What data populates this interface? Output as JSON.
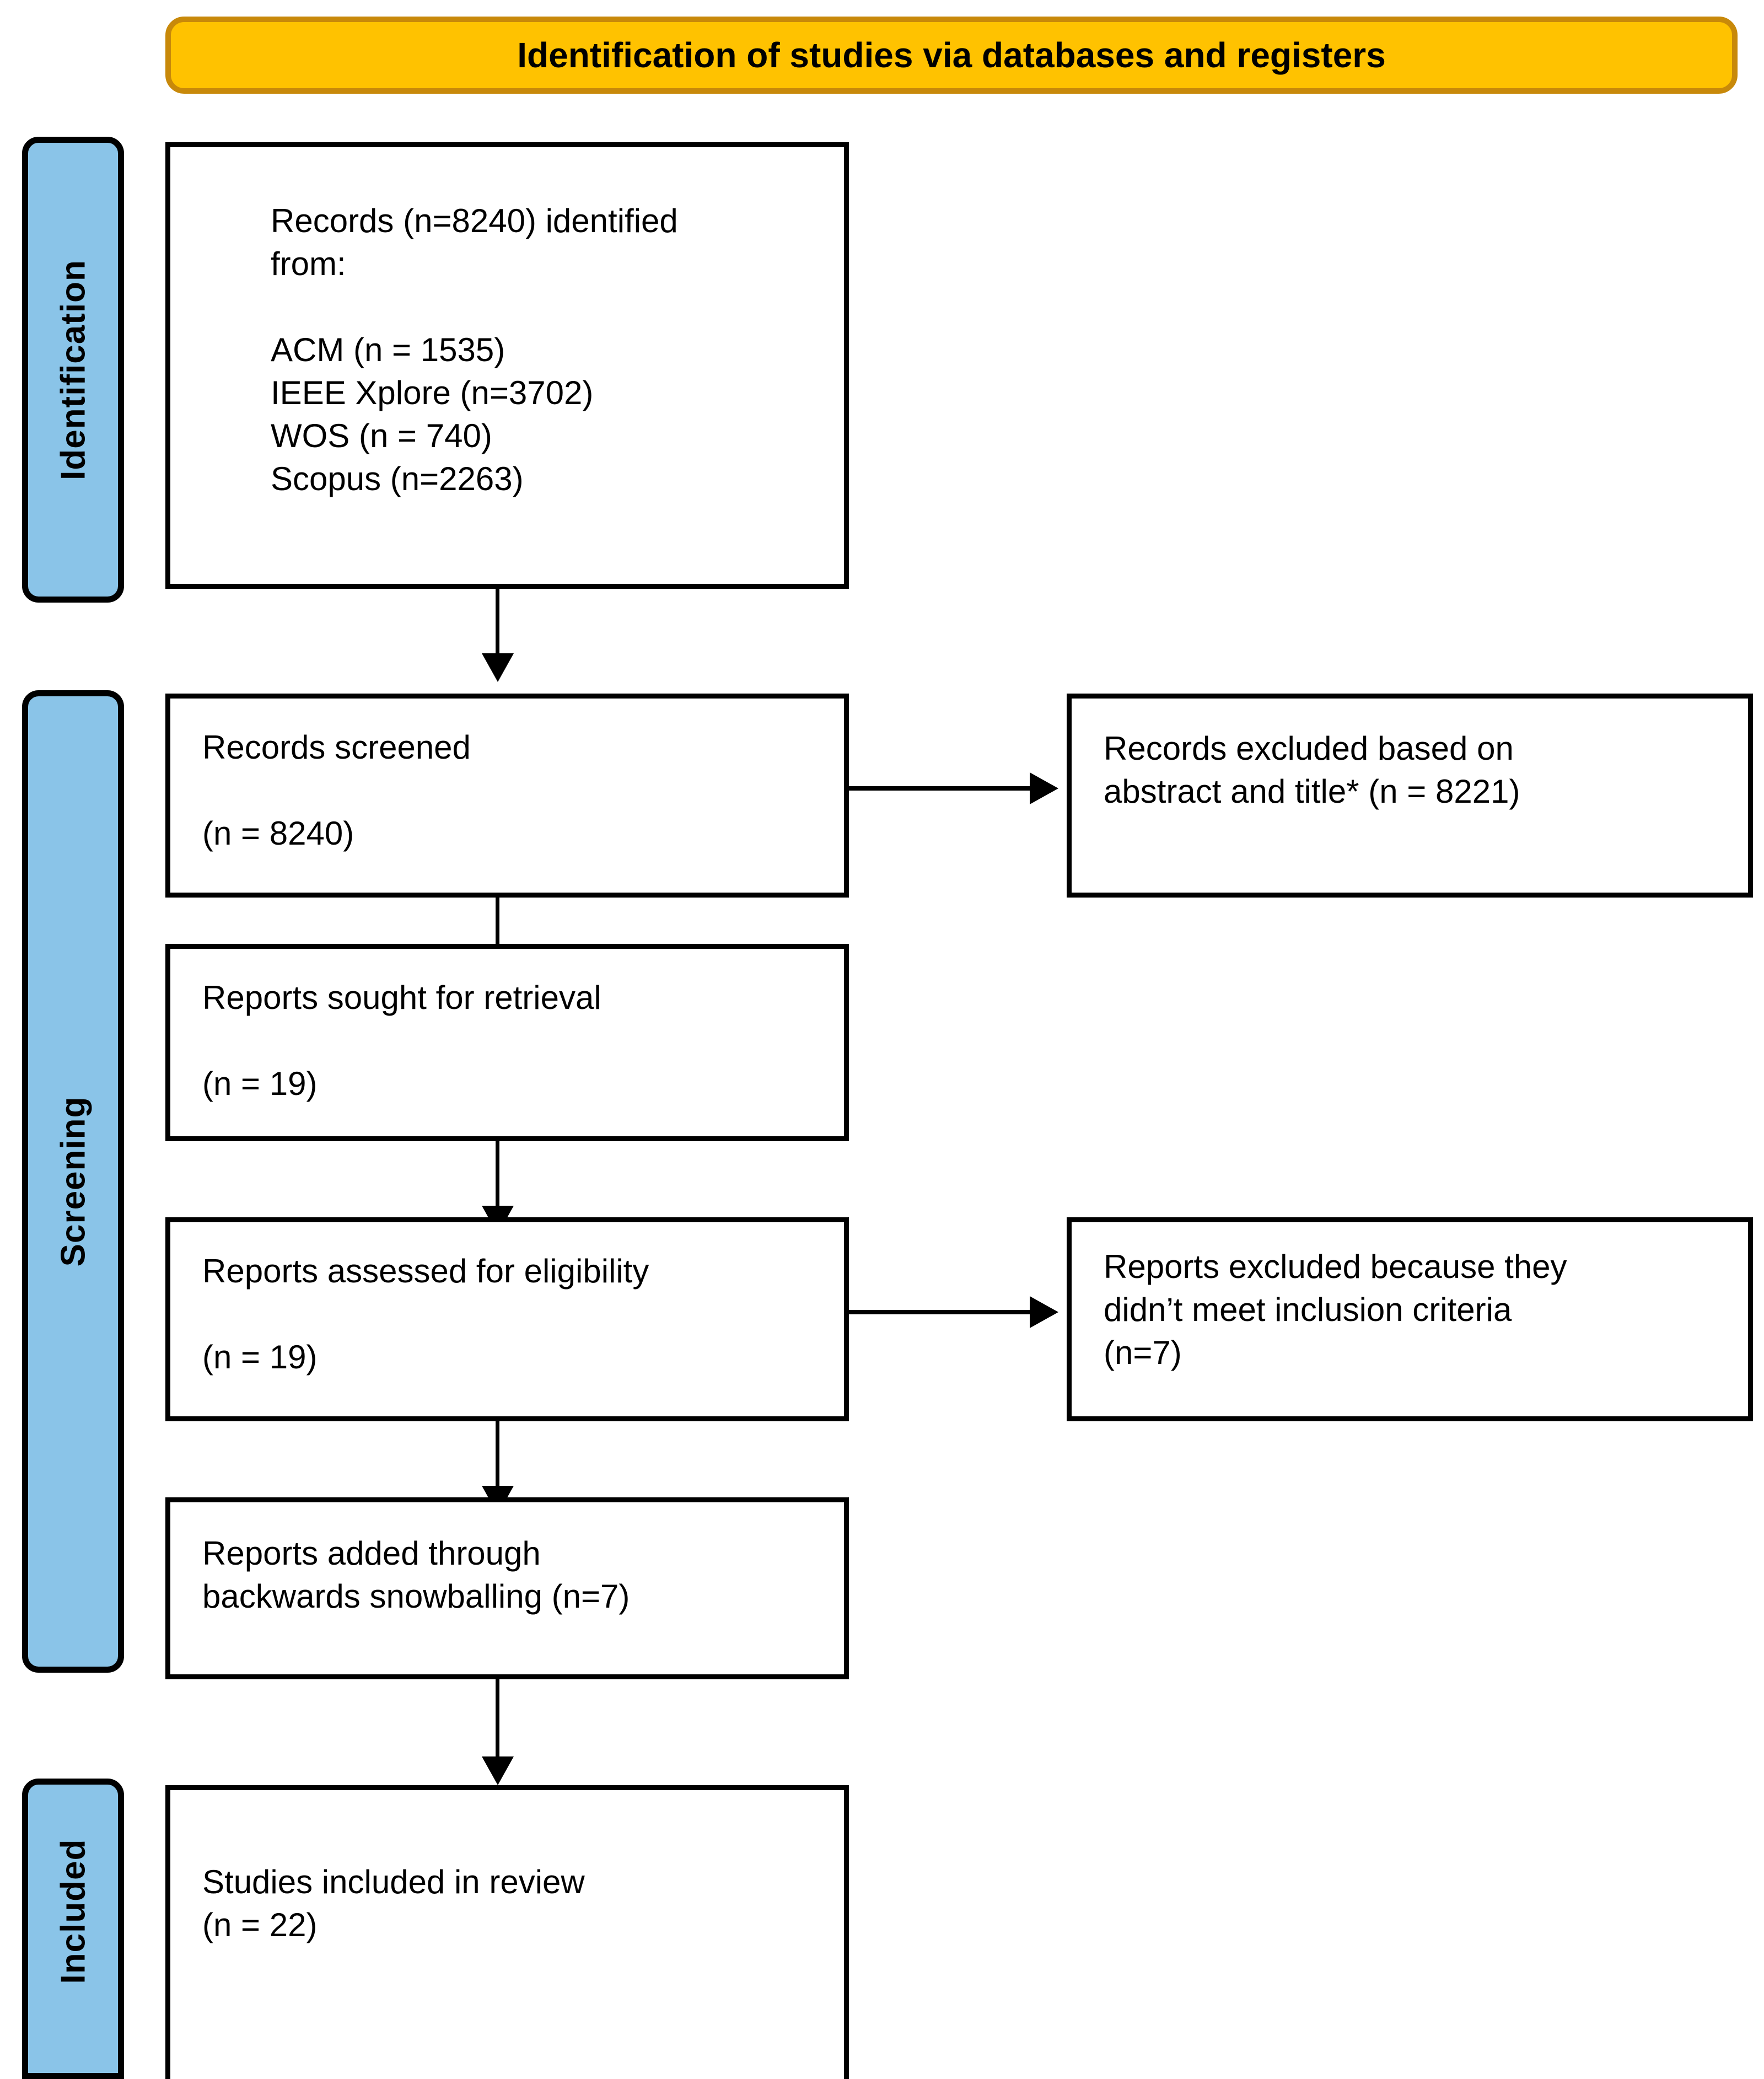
{
  "diagram": {
    "type": "prisma-flow-diagram",
    "title": "Identification of studies via databases and registers"
  },
  "banner": {
    "label": "Identification of studies via databases and registers",
    "fill": "#FFC200",
    "border": "#C8890A"
  },
  "rails": {
    "fill": "#8AC4E8",
    "border": "#000000",
    "items": [
      {
        "id": "identification",
        "label": "Identification"
      },
      {
        "id": "screening",
        "label": "Screening"
      },
      {
        "id": "included",
        "label": "Included"
      }
    ]
  },
  "boxes": {
    "records_identified": {
      "id": "records-identified",
      "text": "Records (n=8240) identified\nfrom:\n\nACM (n = 1535)\nIEEE Xplore (n=3702)\nWOS (n = 740)\nScopus (n=2263)",
      "total": 8240,
      "sources": [
        {
          "name": "ACM",
          "n": 1535,
          "label": "ACM (n = 1535)"
        },
        {
          "name": "IEEE Xplore",
          "n": 3702,
          "label": "IEEE Xplore (n=3702)"
        },
        {
          "name": "WOS",
          "n": 740,
          "label": "WOS (n = 740)"
        },
        {
          "name": "Scopus",
          "n": 2263,
          "label": "Scopus (n=2263)"
        }
      ]
    },
    "records_screened": {
      "id": "records-screened",
      "text": "Records screened\n\n(n = 8240)",
      "n": 8240
    },
    "records_excluded": {
      "id": "records-excluded",
      "text": "Records excluded based on\nabstract and title* (n = 8221)",
      "n": 8221
    },
    "reports_sought": {
      "id": "reports-sought-for-retrieval",
      "text": "Reports sought for retrieval\n\n(n = 19)",
      "n": 19
    },
    "reports_assessed": {
      "id": "reports-assessed-for-eligibility",
      "text": "Reports assessed for eligibility\n\n(n = 19)",
      "n": 19
    },
    "reports_excluded": {
      "id": "reports-excluded",
      "text": "Reports excluded because they\ndidn’t meet inclusion criteria\n(n=7)",
      "n": 7
    },
    "reports_snowballing": {
      "id": "reports-added-snowballing",
      "text": "Reports added through\nbackwards snowballing (n=7)",
      "n": 7
    },
    "studies_included": {
      "id": "studies-included-in-review",
      "text": "Studies included in review\n(n = 22)",
      "n": 22
    }
  }
}
